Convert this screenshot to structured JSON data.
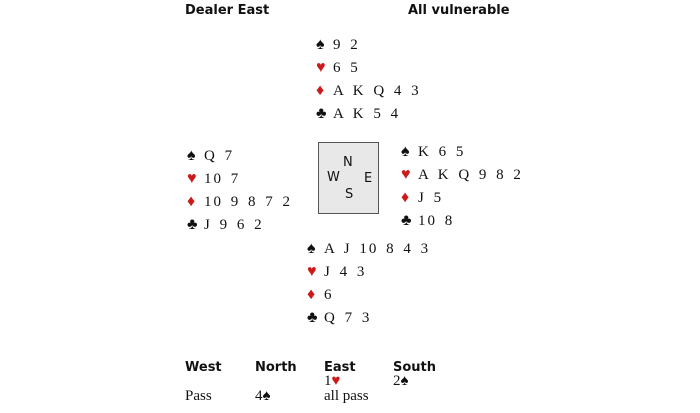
{
  "header": {
    "dealer": "Dealer East",
    "vulnerability": "All vulnerable"
  },
  "suit_symbols": {
    "spades": "♠",
    "hearts": "♥",
    "diamonds": "♦",
    "clubs": "♣"
  },
  "colors": {
    "red": "#cc1a1a",
    "black": "#111111"
  },
  "hands": {
    "north": {
      "spades": "9 2",
      "hearts": "6 5",
      "diamonds": "A K Q 4 3",
      "clubs": "A K 5 4"
    },
    "west": {
      "spades": "Q 7",
      "hearts": "10 7",
      "diamonds": "10 9 8 7 2",
      "clubs": "J 9 6 2"
    },
    "east": {
      "spades": "K 6 5",
      "hearts": "A K Q 9 8 2",
      "diamonds": "J 5",
      "clubs": "10 8"
    },
    "south": {
      "spades": "A J 10 8 4 3",
      "hearts": "J 4 3",
      "diamonds": "6",
      "clubs": "Q 7 3"
    }
  },
  "compass": {
    "n": "N",
    "s": "S",
    "e": "E",
    "w": "W"
  },
  "auction": {
    "headers": [
      "West",
      "North",
      "East",
      "South"
    ],
    "bids": [
      {
        "seat": "East",
        "level": "1",
        "suit": "♥"
      },
      {
        "seat": "South",
        "level": "2",
        "suit": "♠"
      },
      {
        "seat": "West",
        "level": "Pass",
        "suit": ""
      },
      {
        "seat": "North",
        "level": "4",
        "suit": "♠"
      },
      {
        "seat": "East",
        "level": "all pass",
        "suit": ""
      }
    ]
  }
}
